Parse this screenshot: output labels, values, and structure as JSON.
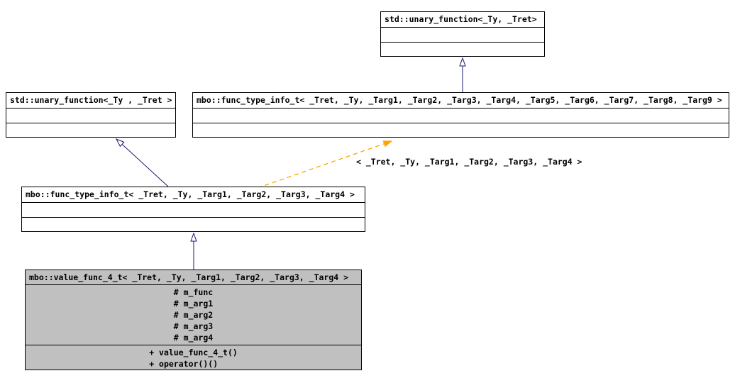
{
  "colors": {
    "border": "#000000",
    "node-fill": "#ffffff",
    "focus-fill": "#c0c0c0",
    "edge": "#191970",
    "template-edge": "#ffa500"
  },
  "nodes": {
    "unary_function_top": {
      "title": "std::unary_function<_Ty, _Tret>"
    },
    "unary_function_left": {
      "title": "std::unary_function<_Ty , _Tret >"
    },
    "func_type_info_9": {
      "title": "mbo::func_type_info_t< _Tret, _Ty, _Targ1, _Targ2, _Targ3, _Targ4, _Targ5, _Targ6, _Targ7, _Targ8, _Targ9 >"
    },
    "func_type_info_4": {
      "title": "mbo::func_type_info_t< _Tret, _Ty, _Targ1, _Targ2, _Targ3, _Targ4 >"
    },
    "value_func_4": {
      "title": "mbo::value_func_4_t< _Tret, _Ty, _Targ1, _Targ2, _Targ3, _Targ4 >",
      "attributes": [
        "# m_func",
        "# m_arg1",
        "# m_arg2",
        "# m_arg3",
        "# m_arg4"
      ],
      "methods": [
        "+ value_func_4_t()",
        "+ operator()()"
      ]
    }
  },
  "edges": {
    "template_instance_label": "< _Tret, _Ty, _Targ1, _Targ2, _Targ3, _Targ4 >"
  }
}
